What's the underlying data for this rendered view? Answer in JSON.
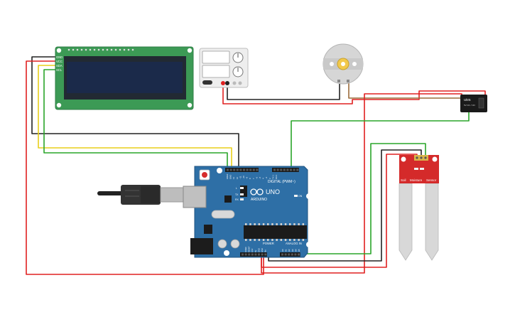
{
  "lcd": {
    "pin_labels": [
      "GND",
      "VCC",
      "SDA",
      "SCL"
    ]
  },
  "arduino": {
    "digital_label": "DIGITAL (PWM~)",
    "logo_text": "UNO",
    "brand_text": "ARDUINO",
    "power_label": "POWER",
    "analog_label": "ANALOG IN",
    "tx_label": "TX",
    "rx_label": "RX",
    "led_label": "L",
    "on_label": "ON",
    "digital_pins": [
      "AREF",
      "GND",
      "13",
      "12",
      "~11",
      "~10",
      "~9",
      "8",
      "7",
      "~6",
      "~5",
      "4",
      "~3",
      "2",
      "TX 1",
      "RX 0"
    ],
    "power_pins": [
      "IOREF",
      "RESET",
      "3.3V",
      "5V",
      "GND",
      "GND",
      "Vin"
    ],
    "analog_pins": [
      "A0",
      "A1",
      "A2",
      "A3",
      "A4",
      "A5"
    ]
  },
  "relay": {
    "label": "Ultr5",
    "small_text": "5V  DC  /  NO"
  },
  "sensor": {
    "labels": [
      "Soil",
      "Moisture",
      "Sensor"
    ]
  },
  "colors": {
    "wire_red": "#e02020",
    "wire_black": "#222222",
    "wire_green": "#2aa52a",
    "wire_yellow": "#e8cf1a",
    "wire_brown": "#9a6b3a",
    "arduino_blue": "#2e6fa6",
    "lcd_green": "#3c9a55",
    "lcd_screen": "#1b2a4a",
    "sensor_red": "#d42a2a",
    "sensor_probe": "#d8d8d8"
  }
}
